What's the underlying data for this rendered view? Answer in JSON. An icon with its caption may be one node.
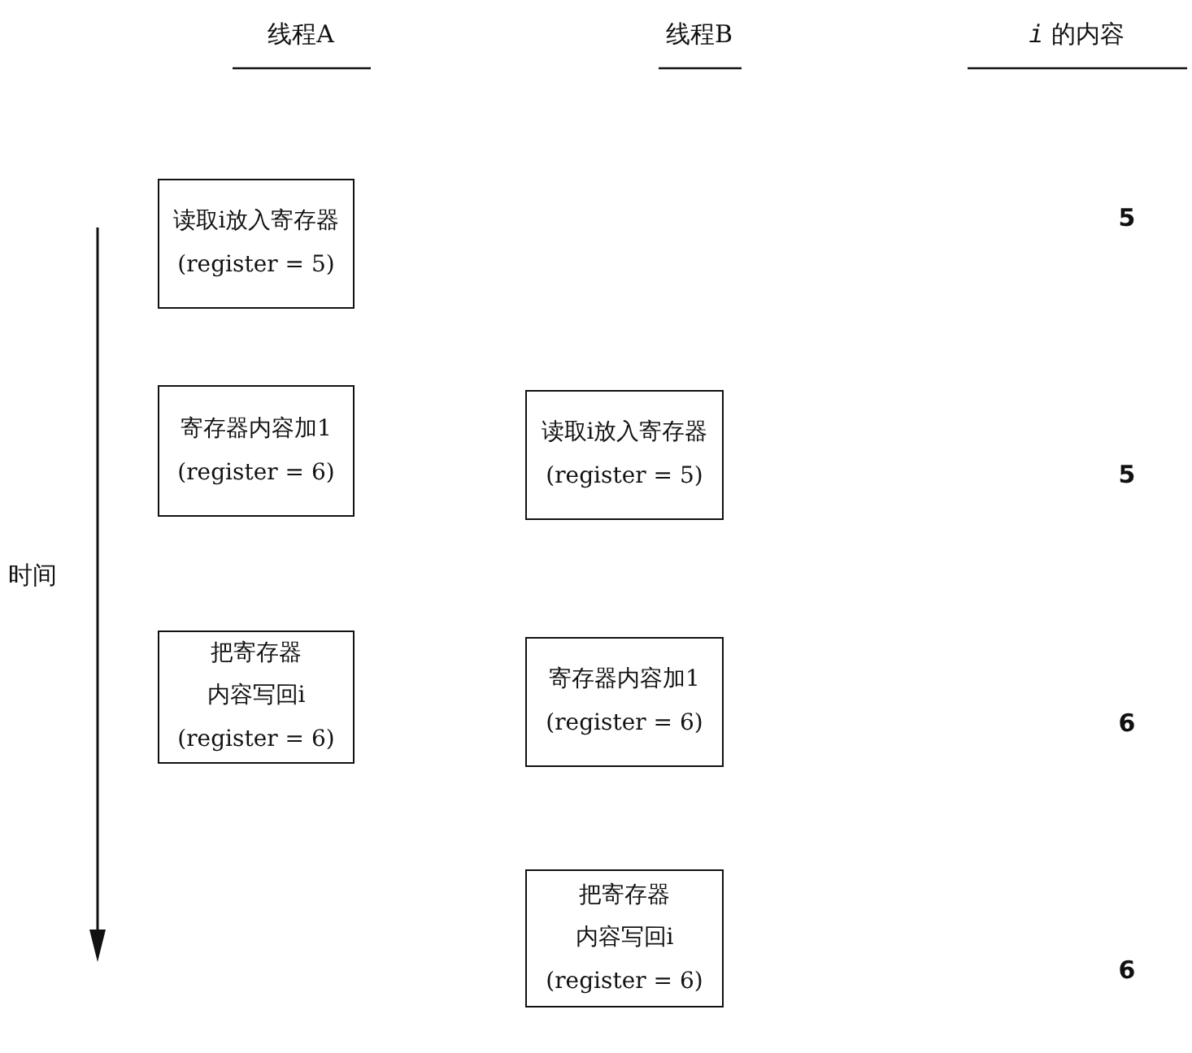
{
  "diagram": {
    "nodes": [
      {
        "text": [
          "读取i放入寄存器",
          "(register = 5)"
        ]
      },
      {
        "text": [
          "寄存器内容加1",
          "(register = 6)"
        ]
      },
      {
        "text": [
          "把寄存器内容写回i",
          "(register = 6)"
        ]
      },
      {
        "text": [
          "读取i放入寄存器",
          "(register = 5)"
        ]
      },
      {
        "text": [
          "寄存器内容加1",
          "(register = 6)"
        ]
      },
      {
        "text": [
          "把寄存器内容写回i",
          "(register = 6)"
        ]
      }
    ],
    "labels": [
      "线程A",
      "线程B",
      "*i* 的内容",
      "时间",
      "5",
      "5",
      "6",
      "6"
    ]
  }
}
